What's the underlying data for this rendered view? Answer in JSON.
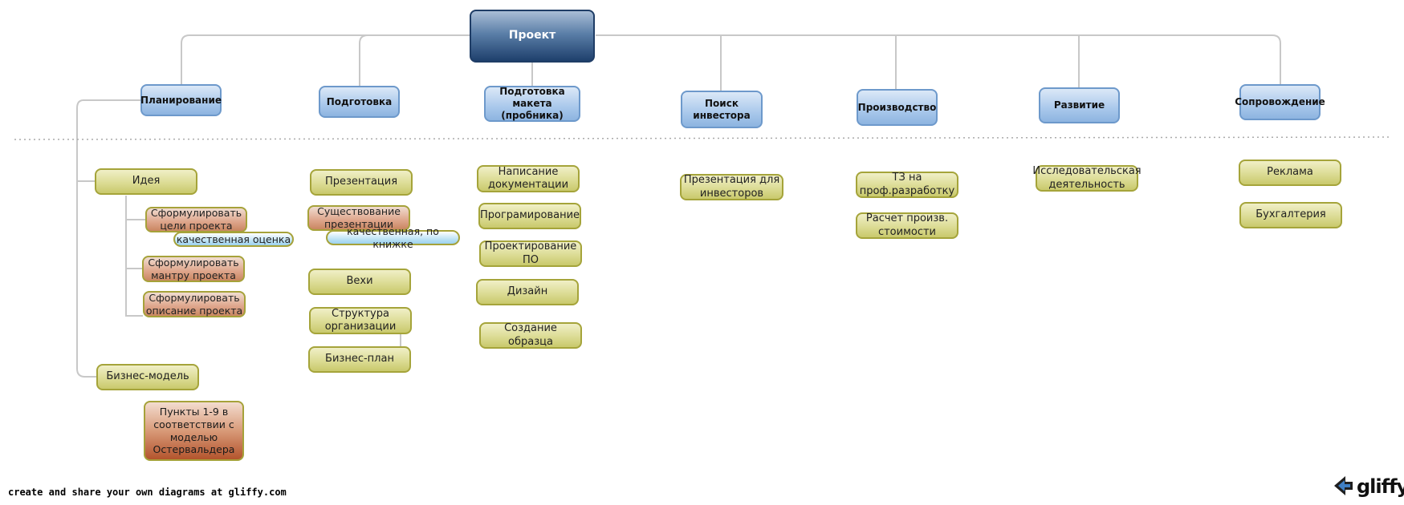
{
  "diagram": {
    "root": "Проект",
    "categories": [
      {
        "id": "plan",
        "label": "Планирование"
      },
      {
        "id": "prep",
        "label": "Подготовка"
      },
      {
        "id": "mockup",
        "label": "Подготовка макета\n(пробника)"
      },
      {
        "id": "investor",
        "label": "Поиск\nинвестора"
      },
      {
        "id": "production",
        "label": "Производство"
      },
      {
        "id": "dev",
        "label": "Развитие"
      },
      {
        "id": "support",
        "label": "Сопровождение"
      }
    ],
    "planning": {
      "idea": "Идея",
      "goals": "Сформулировать\nцели проекта",
      "goals_note": "качественная оценка",
      "mantra": "Сформулировать\nмантру проекта",
      "description": "Сформулировать\nописание проекта",
      "business_model": "Бизнес-модель",
      "points": "Пункты 1-9 в\nсоответствии с\nмоделью\nОстервальдера"
    },
    "preparation": {
      "presentation": "Презентация",
      "presentation_existence": "Существование\nпрезентации",
      "presentation_note": "качественная, по книжке",
      "milestones": "Вехи",
      "structure": "Структура\nорганизации",
      "business_plan": "Бизнес-план"
    },
    "mockup": {
      "docs": "Написание\nдокументации",
      "programming": "Програмирование",
      "software_design": "Проектирование ПО",
      "design": "Дизайн",
      "prototype": "Создание образца"
    },
    "investor": {
      "presentation": "Презентация для\nинвесторов"
    },
    "production": {
      "spec": "ТЗ на\nпроф.разработку",
      "cost": "Расчет произв.\nстоимости"
    },
    "development": {
      "research": "Исследовательская\nдеятельность"
    },
    "support": {
      "ads": "Реклама",
      "accounting": "Бухгалтерия"
    }
  },
  "footer": {
    "text": "create and share your own diagrams at gliffy.com",
    "brand": "gliffy"
  },
  "icons": {
    "brand_logo": "gliffy-logo-icon"
  }
}
